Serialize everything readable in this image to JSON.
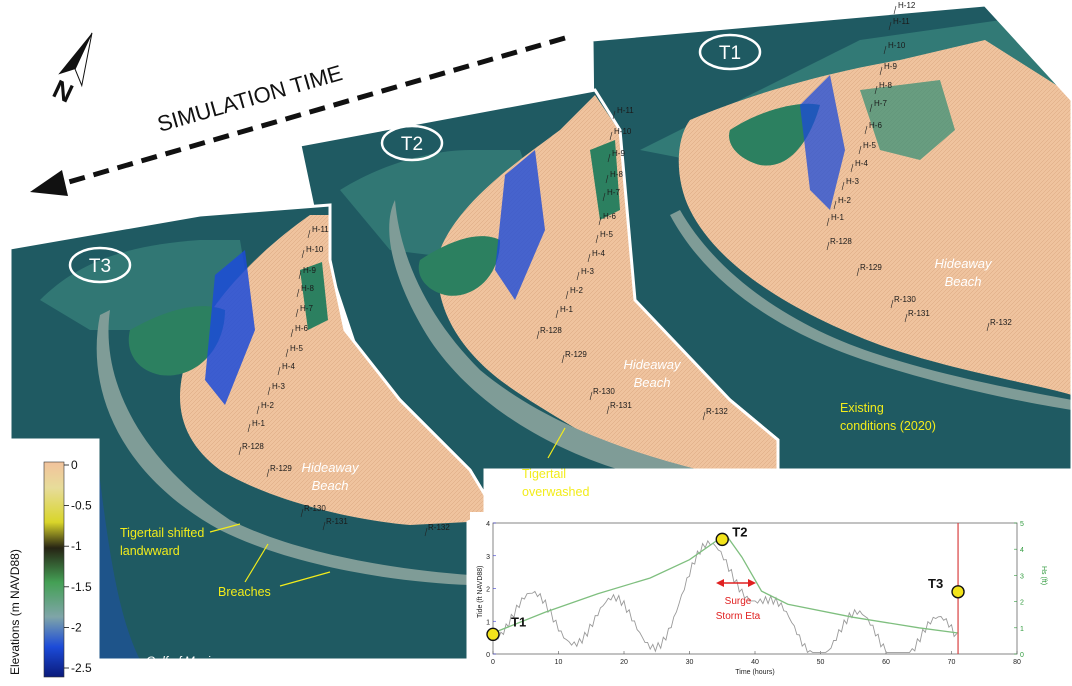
{
  "title": "SIMULATION TIME",
  "north": "N",
  "panels": [
    {
      "id": "T1",
      "beach": [
        "Hideaway",
        "Beach"
      ],
      "note": [
        "Existing",
        "conditions (2020)"
      ],
      "h": [
        "H-12",
        "H-11",
        "H-10",
        "H-9",
        "H-8",
        "H-7",
        "H-6",
        "H-5",
        "H-4",
        "H-3",
        "H-2",
        "H-1"
      ],
      "r": [
        "R-128",
        "R-129",
        "R-130",
        "R-131",
        "R-132"
      ]
    },
    {
      "id": "T2",
      "beach": [
        "Hideaway",
        "Beach"
      ],
      "note": [
        "Tigertail",
        "overwashed"
      ],
      "h": [
        "H-11",
        "H-10",
        "H-9",
        "H-8",
        "H-7",
        "H-6",
        "H-5",
        "H-4",
        "H-3",
        "H-2",
        "H-1"
      ],
      "r": [
        "R-128",
        "R-129",
        "R-130",
        "R-131",
        "R-132"
      ]
    },
    {
      "id": "T3",
      "beach": [
        "Hideaway",
        "Beach"
      ],
      "h": [
        "H-11",
        "H-10",
        "H-9",
        "H-8",
        "H-7",
        "H-6",
        "H-5",
        "H-4",
        "H-3",
        "H-2",
        "H-1"
      ],
      "r": [
        "R-128",
        "R-129",
        "R-130",
        "R-131",
        "R-132"
      ],
      "notes": {
        "shift": [
          "Tigertail shifted",
          "landwward"
        ],
        "breach": "Breaches",
        "gulf": "Gulf of Mexico"
      }
    }
  ],
  "colorbar": {
    "label": "Elevations  (m NAVD88)",
    "ticks": [
      "0",
      "-0.5",
      "-1",
      "-1.5",
      "-2",
      "-2.5"
    ],
    "colors": [
      "#f2c29c",
      "#e7dc9a",
      "#d9d52a",
      "#262414",
      "#44a055",
      "#7fa5a8",
      "#1c4bd8",
      "#0a1a7a"
    ]
  },
  "inset": {
    "ylabel_left": "Tide (ft NAVD88)",
    "ylabel_right": "Hs (ft)",
    "xlabel": "Time (hours)",
    "xticks": [
      "0",
      "10",
      "20",
      "30",
      "40",
      "50",
      "60",
      "70",
      "80"
    ],
    "yticks_left": [
      "0",
      "1",
      "2",
      "3",
      "4"
    ],
    "yticks_right": [
      "0",
      "1",
      "2",
      "3",
      "4",
      "5"
    ],
    "markers": [
      {
        "label": "T1",
        "t": 0,
        "v": 0.6
      },
      {
        "label": "T2",
        "t": 35,
        "v": 3.5
      },
      {
        "label": "T3",
        "t": 71,
        "v": 1.9
      }
    ],
    "surge": [
      "Surge",
      "Storm Eta"
    ],
    "vline_t": 71
  }
}
